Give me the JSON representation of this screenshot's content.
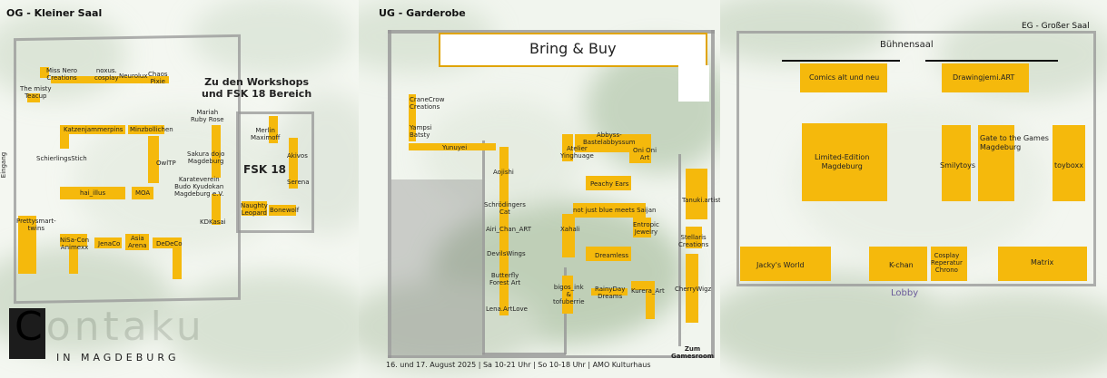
{
  "colors": {
    "booth": "#f5b90c",
    "wall": "#969696",
    "ink": "#111111",
    "bring_buy_border": "#e0a400",
    "logo": "#1c1c1c",
    "lobby": "#6a5a9a"
  },
  "panels": {
    "og": {
      "title": "OG - Kleiner Saal",
      "entrance": "Eingang",
      "workshop_note": "Zu den Workshops\nund FSK 18 Bereich",
      "fsk_title": "FSK 18",
      "booths": [
        "Miss Nero\nCreations",
        "noxus.\ncosplay",
        "Neurolux",
        "Chaos\nPixie",
        "The misty\nTeacup",
        "Katzenjammerpins",
        "Minzbollichen",
        "SchierlingsStich",
        "OwlTP",
        "hai_illus",
        "MOA",
        "Prettysmart-\ntwins",
        "NiSa-Con\nAnimexx",
        "JenaCo",
        "Asia\nArena",
        "DeDeCo",
        "Mariah\nRuby Rose",
        "Sakura dojo\nMagdeburg",
        "Karateverein\nBudo Kyudokan\nMagdeburg e.V.",
        "KDKasai",
        "Merlin\nMaximoff",
        "Akivos",
        "Serena",
        "Naughty\nLeopard",
        "Bonewolf"
      ]
    },
    "ug": {
      "title": "UG - Garderobe",
      "bring_buy": "Bring & Buy",
      "footer": "16. und 17. August 2025 | Sa 10-21 Uhr | So 10-18 Uhr | AMO Kulturhaus",
      "gamesroom": "Zum\nGamesroom",
      "booths": [
        "CraneCrow\nCreations",
        "Yampsi\nBatsty",
        "Yunuyei",
        "Aojishi",
        "Atelier\nYinghuage",
        "Abbyss-\nBastelabbyssum",
        "Oni Oni\nArt",
        "Peachy Ears",
        "Schrödingers\nCat",
        "not just blue meets Saijan",
        "Airi_Chan_ART",
        "Xahali",
        "Entropic\nJewelry",
        "DevilsWings",
        "Dreamless",
        "Butterfly\nForest Art",
        "bigos_ink\n&\ntofuberrie",
        "RainyDay\nDreams",
        "Kurera_Art",
        "Lena.ArtLove",
        "Tanuki.artist",
        "Stellaris\nCreations",
        "CherryWigz"
      ]
    },
    "eg": {
      "title": "EG - Großer Saal",
      "stage": "Bühnensaal",
      "lobby": "Lobby",
      "booths": [
        "Comics alt und neu",
        "Drawingjemi.ART",
        "Limited-Edition\nMagdeburg",
        "Smilytoys",
        "Gate to the Games\nMagdeburg",
        "toyboxx",
        "Jacky's World",
        "K-chan",
        "Cosplay\nReperatur\nChrono",
        "Matrix"
      ]
    }
  },
  "logo": {
    "name": "Contaku",
    "subtitle": "IN MAGDEBURG"
  }
}
